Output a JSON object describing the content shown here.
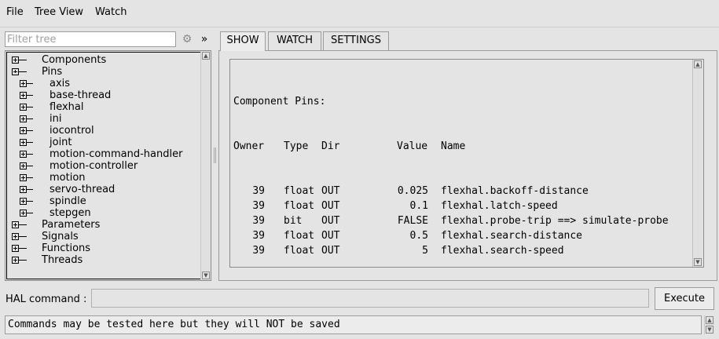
{
  "menu": [
    "File",
    "Tree View",
    "Watch"
  ],
  "filter": {
    "placeholder": "Filter tree",
    "settings_icon": "gear-icon",
    "expand_icon": "»"
  },
  "tree": [
    {
      "label": "Components",
      "level": 0,
      "expandable": true
    },
    {
      "label": "Pins",
      "level": 0,
      "expandable": true,
      "expanded": true
    },
    {
      "label": "axis",
      "level": 1,
      "expandable": true
    },
    {
      "label": "base-thread",
      "level": 1,
      "expandable": true
    },
    {
      "label": "flexhal",
      "level": 1,
      "expandable": true
    },
    {
      "label": "ini",
      "level": 1,
      "expandable": true
    },
    {
      "label": "iocontrol",
      "level": 1,
      "expandable": true
    },
    {
      "label": "joint",
      "level": 1,
      "expandable": true
    },
    {
      "label": "motion-command-handler",
      "level": 1,
      "expandable": true
    },
    {
      "label": "motion-controller",
      "level": 1,
      "expandable": true
    },
    {
      "label": "motion",
      "level": 1,
      "expandable": true
    },
    {
      "label": "servo-thread",
      "level": 1,
      "expandable": true
    },
    {
      "label": "spindle",
      "level": 1,
      "expandable": true
    },
    {
      "label": "stepgen",
      "level": 1,
      "expandable": true
    },
    {
      "label": "Parameters",
      "level": 0,
      "expandable": true
    },
    {
      "label": "Signals",
      "level": 0,
      "expandable": true
    },
    {
      "label": "Functions",
      "level": 0,
      "expandable": true
    },
    {
      "label": "Threads",
      "level": 0,
      "expandable": true
    }
  ],
  "tabs": [
    {
      "label": "SHOW",
      "active": true
    },
    {
      "label": "WATCH",
      "active": false
    },
    {
      "label": "SETTINGS",
      "active": false
    }
  ],
  "show": {
    "heading": "Component Pins:",
    "columns": [
      "Owner",
      "Type",
      "Dir",
      "Value",
      "Name"
    ],
    "rows": [
      {
        "owner": "39",
        "type": "float",
        "dir": "OUT",
        "value": "0.025",
        "name": "flexhal.backoff-distance"
      },
      {
        "owner": "39",
        "type": "float",
        "dir": "OUT",
        "value": "0.1",
        "name": "flexhal.latch-speed"
      },
      {
        "owner": "39",
        "type": "bit",
        "dir": "OUT",
        "value": "FALSE",
        "name": "flexhal.probe-trip ==> simulate-probe"
      },
      {
        "owner": "39",
        "type": "float",
        "dir": "OUT",
        "value": "0.5",
        "name": "flexhal.search-distance"
      },
      {
        "owner": "39",
        "type": "float",
        "dir": "OUT",
        "value": "5",
        "name": "flexhal.search-speed"
      }
    ]
  },
  "hal": {
    "label": "HAL command :",
    "value": "",
    "execute_label": "Execute"
  },
  "status": "Commands may be tested here but they will NOT be saved"
}
